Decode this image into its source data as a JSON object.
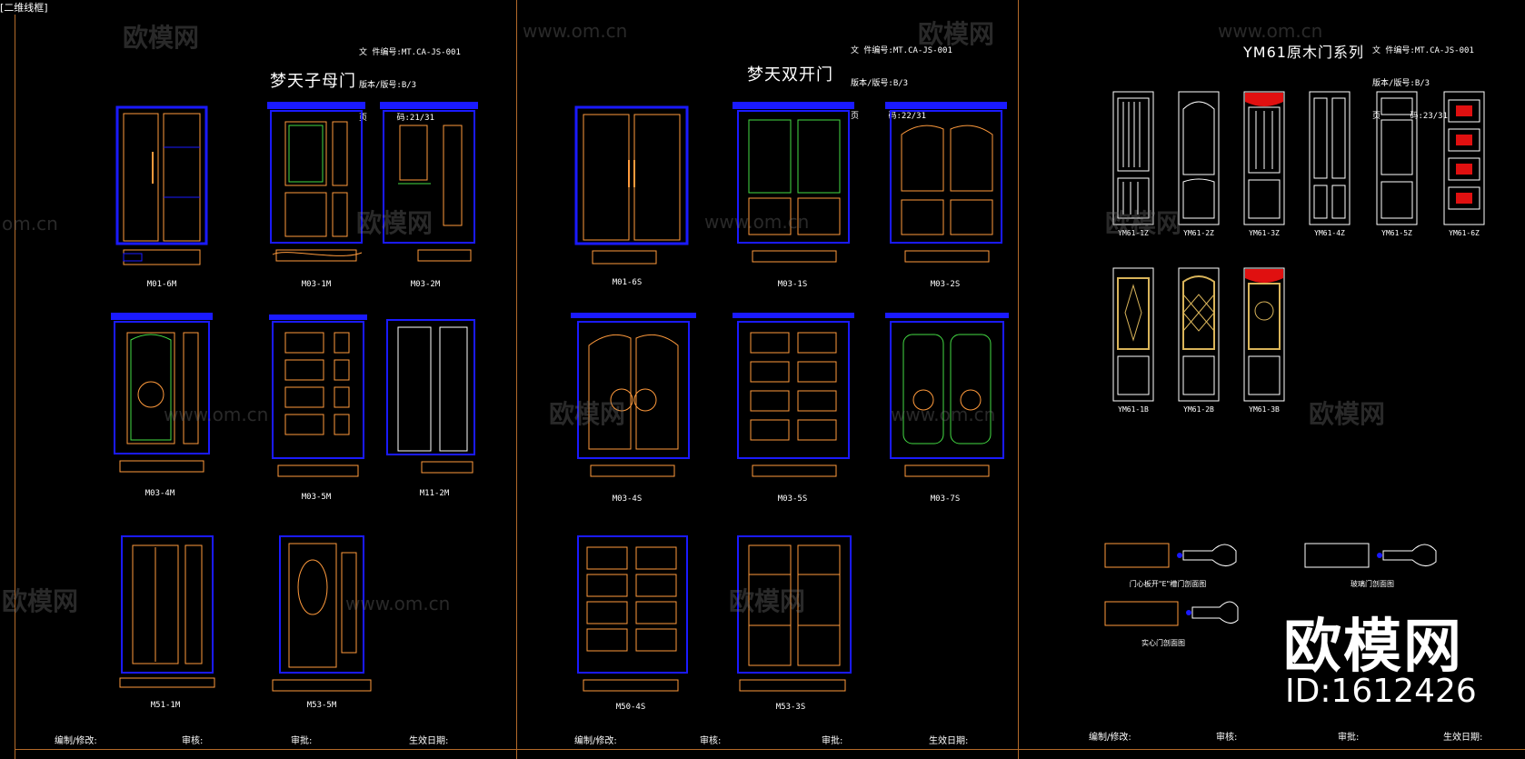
{
  "viewport_label": "[二维线框]",
  "sheets": [
    {
      "header": [
        "文 件编号:MT.CA-JS-001",
        "版本/版号:B/3",
        "页      码:21/31"
      ],
      "title": "梦天子母门",
      "doors": [
        "M01-6M",
        "M03-1M",
        "M03-2M",
        "M03-4M",
        "M03-5M",
        "M11-2M",
        "M51-1M",
        "M53-5M"
      ],
      "footer": {
        "edit": "编制/修改:",
        "review": "审核:",
        "approve": "审批:",
        "date": "生效日期:"
      }
    },
    {
      "header": [
        "文 件编号:MT.CA-JS-001",
        "版本/版号:B/3",
        "页      码:22/31"
      ],
      "title": "梦天双开门",
      "doors": [
        "M01-6S",
        "M03-1S",
        "M03-2S",
        "M03-4S",
        "M03-5S",
        "M03-7S",
        "M50-4S",
        "M53-3S"
      ],
      "footer": {
        "edit": "编制/修改:",
        "review": "审核:",
        "approve": "审批:",
        "date": "生效日期:"
      }
    },
    {
      "header": [
        "文 件编号:MT.CA-JS-001",
        "版本/版号:B/3",
        "页      码:23/31"
      ],
      "title": "YM61原木门系列",
      "doors": [
        "YM61-1Z",
        "YM61-2Z",
        "YM61-3Z",
        "YM61-4Z",
        "YM61-5Z",
        "YM61-6Z",
        "YM61-1B",
        "YM61-2B",
        "YM61-3B"
      ],
      "sections": [
        "门心板开\"E\"槽门剖面图",
        "玻璃门剖面图",
        "实心门剖面图"
      ],
      "footer": {
        "edit": "编制/修改:",
        "review": "审核:",
        "approve": "审批:",
        "date": "生效日期:"
      }
    }
  ],
  "watermark": {
    "brand": "欧模网",
    "site": "www.om.cn",
    "site_short": "om.cn"
  },
  "brand_overlay": {
    "name": "欧模网",
    "id": "ID:1612426"
  },
  "colors": {
    "blue": "#1a1aff",
    "orange": "#ff9a3c",
    "white": "#ffffff",
    "green": "#44dd44",
    "red": "#e01010",
    "gold": "#d9b45a",
    "border": "#b36a2a"
  }
}
